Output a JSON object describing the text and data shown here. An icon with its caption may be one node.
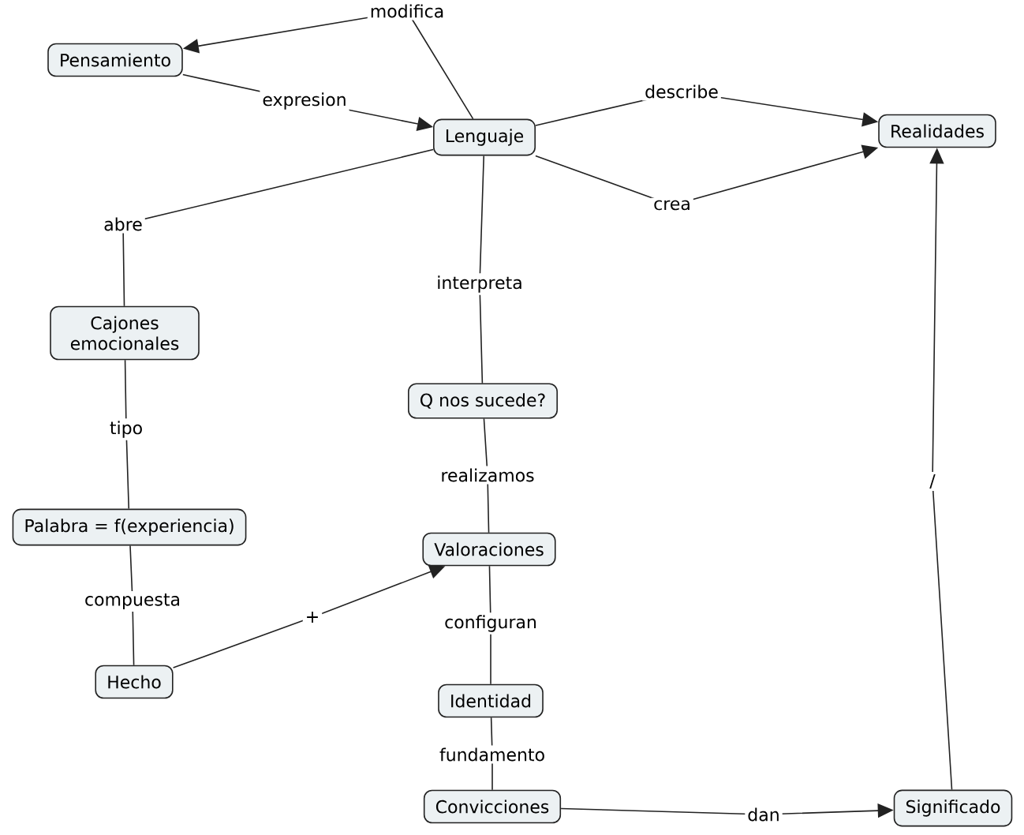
{
  "diagram": {
    "nodes": [
      {
        "text": [
          "Pensamiento"
        ]
      },
      {
        "text": [
          "Lenguaje"
        ]
      },
      {
        "text": [
          "Realidades"
        ]
      },
      {
        "text": [
          "Cajones emocionales"
        ]
      },
      {
        "text": [
          "Q nos sucede?"
        ]
      },
      {
        "text": [
          "Palabra = f(experiencia)"
        ]
      },
      {
        "text": [
          "Valoraciones"
        ]
      },
      {
        "text": [
          "Hecho"
        ]
      },
      {
        "text": [
          "Identidad"
        ]
      },
      {
        "text": [
          "Convicciones"
        ]
      },
      {
        "text": [
          "Significado"
        ]
      }
    ],
    "edges": [
      {
        "from": 1,
        "to": 0,
        "arrow": "to",
        "label": "modifica"
      },
      {
        "from": 0,
        "to": 1,
        "arrow": "to",
        "label": "expresion"
      },
      {
        "from": 1,
        "to": 2,
        "arrow": "to",
        "label": "describe"
      },
      {
        "from": 1,
        "to": 2,
        "arrow": "to",
        "label": "crea"
      },
      {
        "from": 1,
        "to": 3,
        "arrow": "none",
        "label": "abre"
      },
      {
        "from": 1,
        "to": 4,
        "arrow": "none",
        "label": "interpreta"
      },
      {
        "from": 3,
        "to": 5,
        "arrow": "none",
        "label": "tipo"
      },
      {
        "from": 4,
        "to": 6,
        "arrow": "none",
        "label": "realizamos"
      },
      {
        "from": 5,
        "to": 7,
        "arrow": "none",
        "label": "compuesta"
      },
      {
        "from": 7,
        "to": 6,
        "arrow": "to",
        "label": "+"
      },
      {
        "from": 6,
        "to": 8,
        "arrow": "none",
        "label": "configuran"
      },
      {
        "from": 8,
        "to": 9,
        "arrow": "none",
        "label": "fundamento"
      },
      {
        "from": 9,
        "to": 10,
        "arrow": "to",
        "label": "dan"
      },
      {
        "from": 10,
        "to": 2,
        "arrow": "to",
        "label": "/"
      }
    ]
  }
}
